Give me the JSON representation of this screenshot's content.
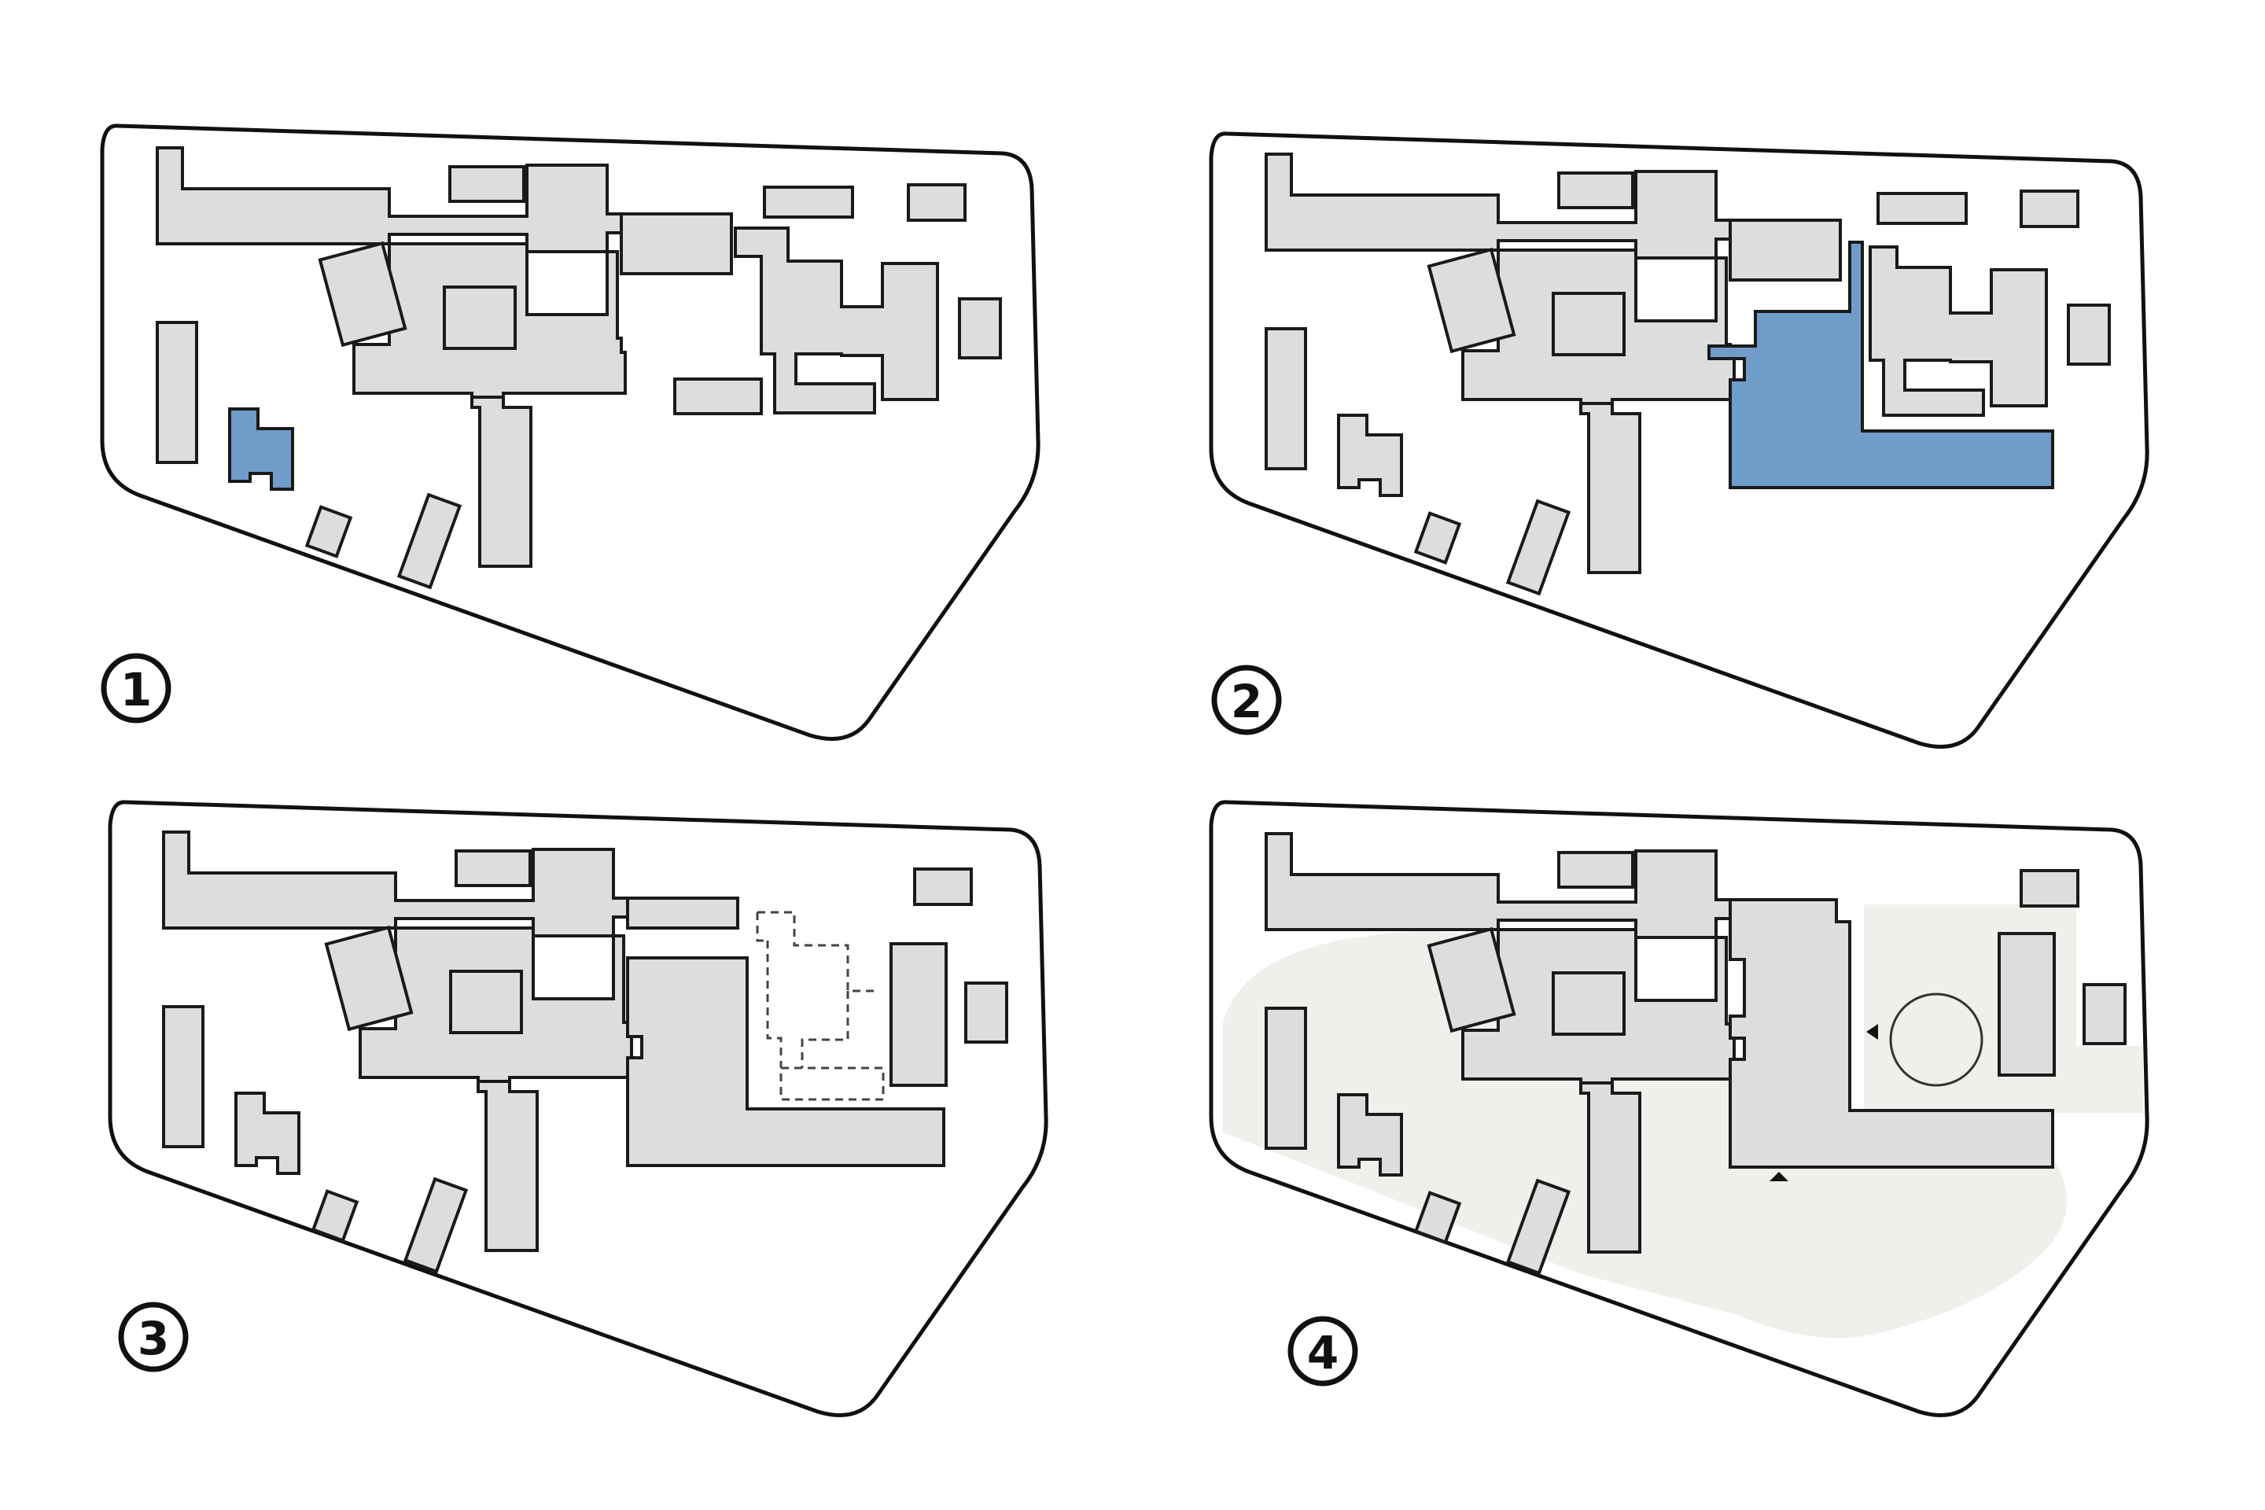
{
  "colors": {
    "building_fill": "#dcdddd",
    "highlight_fill": "#6f9cc9",
    "open_space_fill": "#efefeb",
    "outline": "#111111",
    "background": "#ffffff"
  },
  "panels": [
    {
      "id": "1",
      "label": "1",
      "highlight": "small-h-building"
    },
    {
      "id": "2",
      "label": "2",
      "highlight": "l-shaped-extension"
    },
    {
      "id": "3",
      "label": "3",
      "highlight": "demolished-buildings-dashed"
    },
    {
      "id": "4",
      "label": "4",
      "highlight": "open-space-and-plaza"
    }
  ]
}
